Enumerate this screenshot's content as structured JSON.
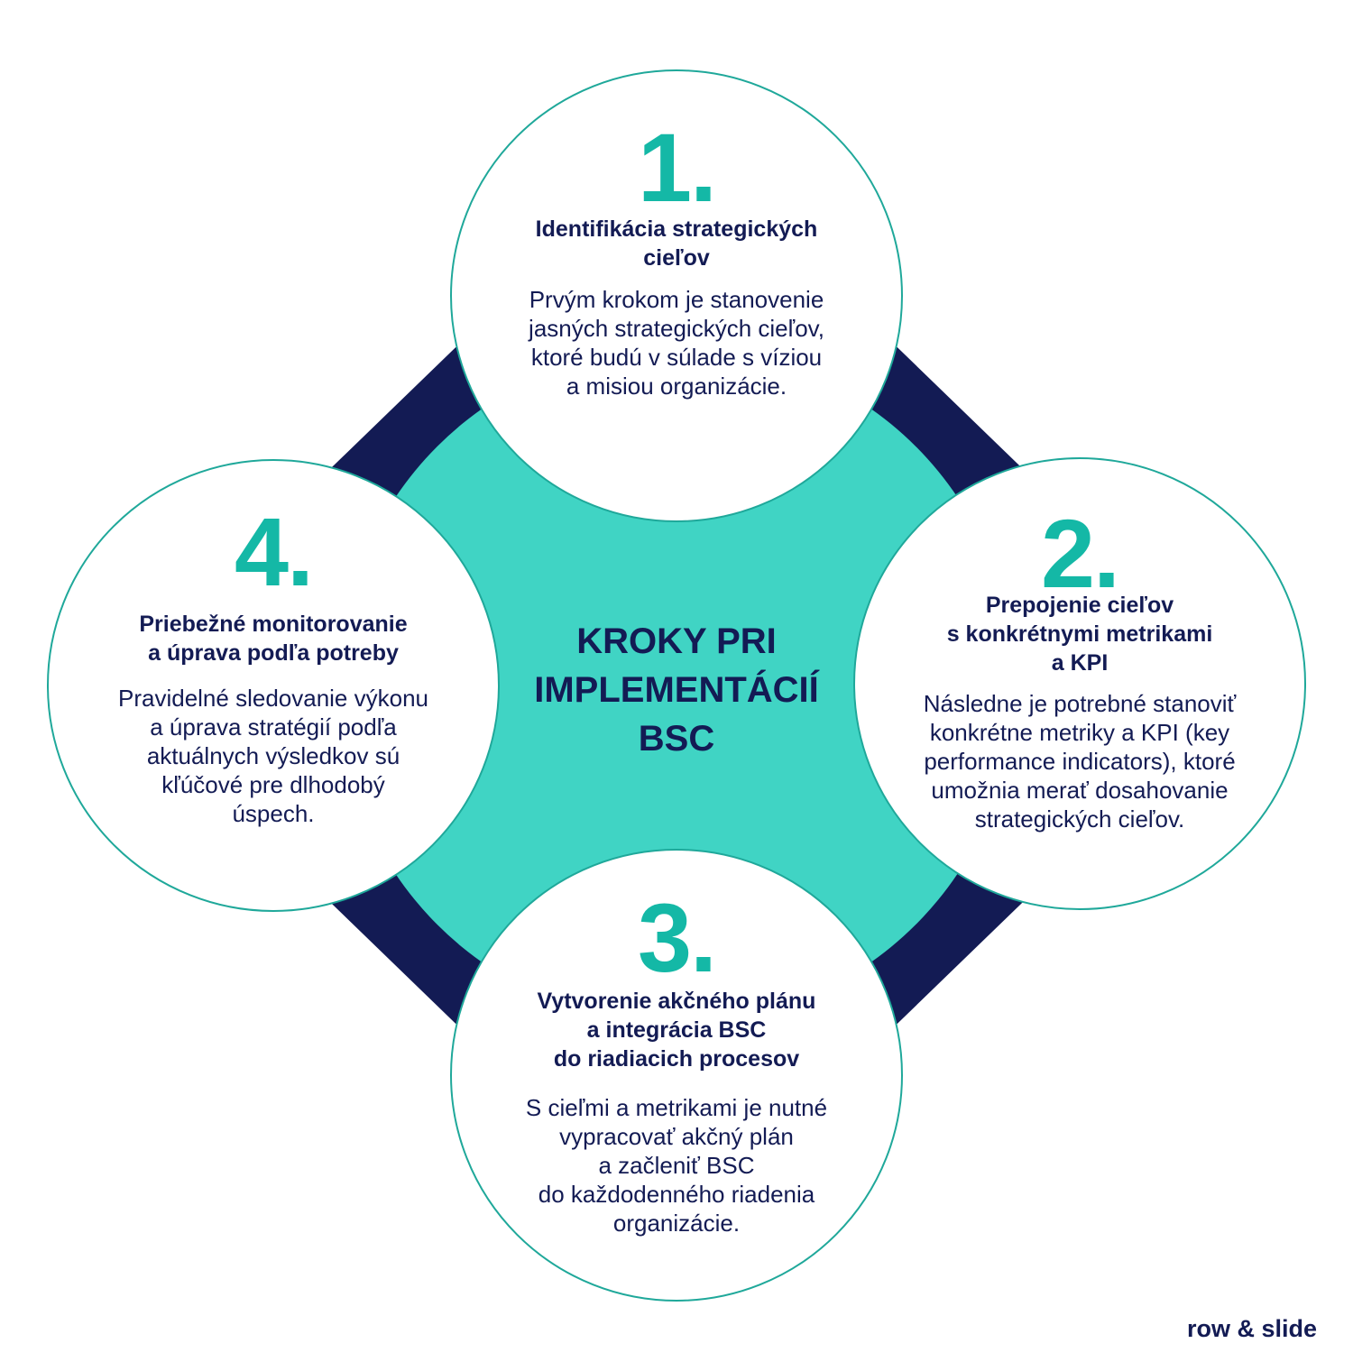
{
  "center_title": "KROKY PRI\nIMPLEMENTÁCIÍ\nBSC",
  "brand": "row & slide",
  "colors": {
    "navy": "#131b54",
    "teal_dark": "#14b8a6",
    "teal_light": "#40d4c4",
    "circle_border": "#1fa89a"
  },
  "steps": [
    {
      "number": "1.",
      "title": "Identifikácia strategických\ncieľov",
      "text": "Prvým krokom je stanovenie\njasných strategických cieľov,\nktoré budú v súlade s víziou\na misiou organizácie."
    },
    {
      "number": "2.",
      "title": "Prepojenie cieľov\ns konkrétnymi metrikami\na KPI",
      "text": "Následne je potrebné stanoviť\nkonkrétne metriky a KPI (key\nperformance indicators), ktoré\numožnia merať dosahovanie\nstrategických cieľov."
    },
    {
      "number": "3.",
      "title": "Vytvorenie akčného plánu\na integrácia BSC\ndo riadiacich procesov",
      "text": "S cieľmi a metrikami je nutné\nvypracovať akčný plán\na začleniť BSC\ndo každodenného riadenia\norganizácie."
    },
    {
      "number": "4.",
      "title": "Priebežné monitorovanie\na úprava podľa potreby",
      "text": "Pravidelné sledovanie výkonu\na úprava stratégií podľa\naktuálnych výsledkov sú\nkľúčové pre dlhodobý\núspech."
    }
  ]
}
